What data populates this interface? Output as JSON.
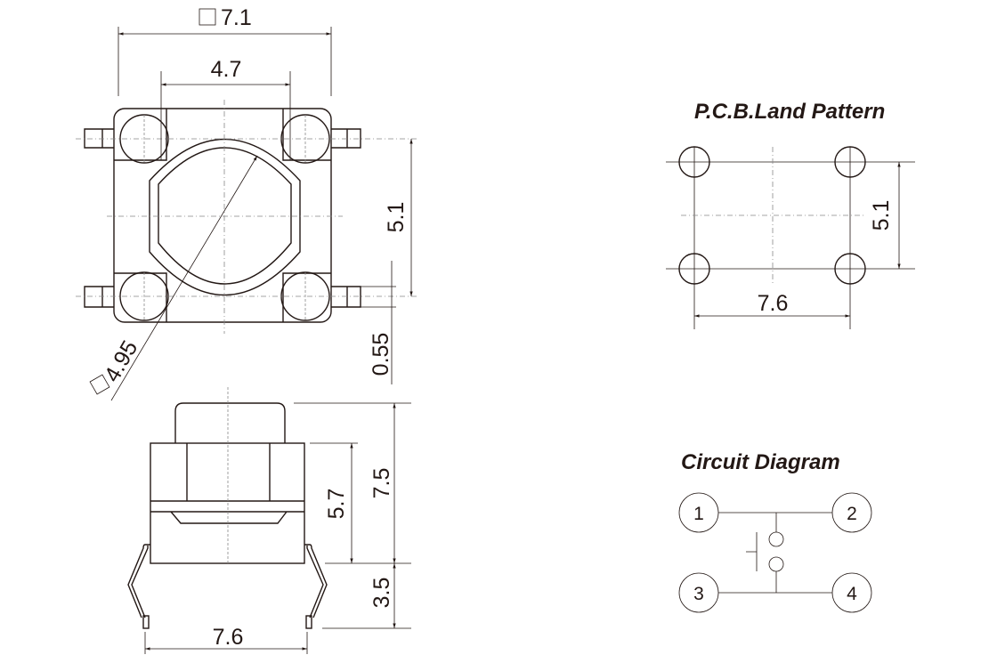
{
  "top_view": {
    "width_label": "7.1",
    "inner_label": "4.7",
    "pitch_label": "5.1",
    "pin_label": "0.55",
    "button_label": "4.95"
  },
  "side_view": {
    "total_height_label": "7.5",
    "body_height_label": "5.7",
    "leg_label": "3.5",
    "leg_pitch_label": "7.6"
  },
  "pcb": {
    "title": "P.C.B.Land Pattern",
    "vertical_label": "5.1",
    "horizontal_label": "7.6"
  },
  "circuit": {
    "title": "Circuit Diagram",
    "pins": [
      "1",
      "2",
      "3",
      "4"
    ]
  },
  "colors": {
    "line": "#231815",
    "centerline": "#888888"
  }
}
